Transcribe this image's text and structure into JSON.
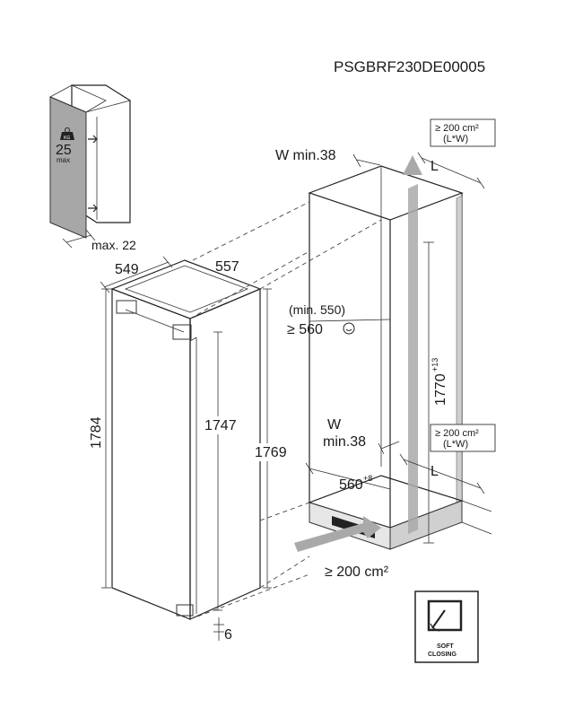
{
  "model_code": "PSGBRF230DE00005",
  "door_load": {
    "unit": "KG",
    "value": "25",
    "note": "max"
  },
  "door_gap": "max. 22",
  "appliance": {
    "depth": "549",
    "width": "557",
    "total_height": "1784",
    "inner_height": "1747",
    "side_height": "1769",
    "bottom_gap": "6"
  },
  "niche": {
    "top_ventilation_area": "≥ 200 cm²",
    "top_ventilation_formula": "(L*W)",
    "top_w_min": "W min.38",
    "top_l": "L",
    "width_min_note": "(min. 550)",
    "width_recommended": "≥ 560",
    "height": "1770",
    "height_tolerance": "+13",
    "bottom_w_label": "W",
    "bottom_w_min": "min.38",
    "bottom_ventilation_area": "≥ 200 cm²",
    "bottom_ventilation_formula": "(L*W)",
    "bottom_l": "L",
    "depth": "560",
    "depth_tolerance": "+8",
    "floor_ventilation": "≥ 200 cm²"
  },
  "soft_closing": {
    "line1": "SOFT",
    "line2": "CLOSING"
  }
}
